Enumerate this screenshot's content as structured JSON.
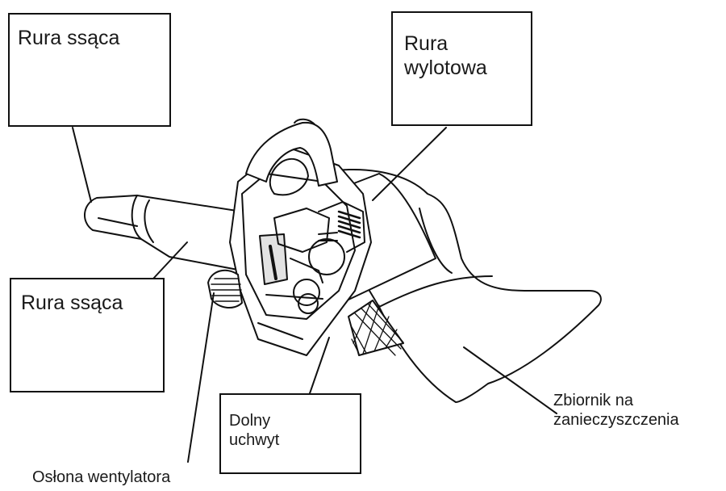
{
  "labels": {
    "intake_pipe_top": "Rura ssąca",
    "outlet_pipe": "Rura\nwylotowa",
    "intake_pipe_bottom": "Rura ssąca",
    "lower_handle": "Dolny\nuchwyt",
    "debris_bag": "Zbiornik na\nzanieczyszczenia",
    "fan_cover": "Osłona wentylatora"
  }
}
